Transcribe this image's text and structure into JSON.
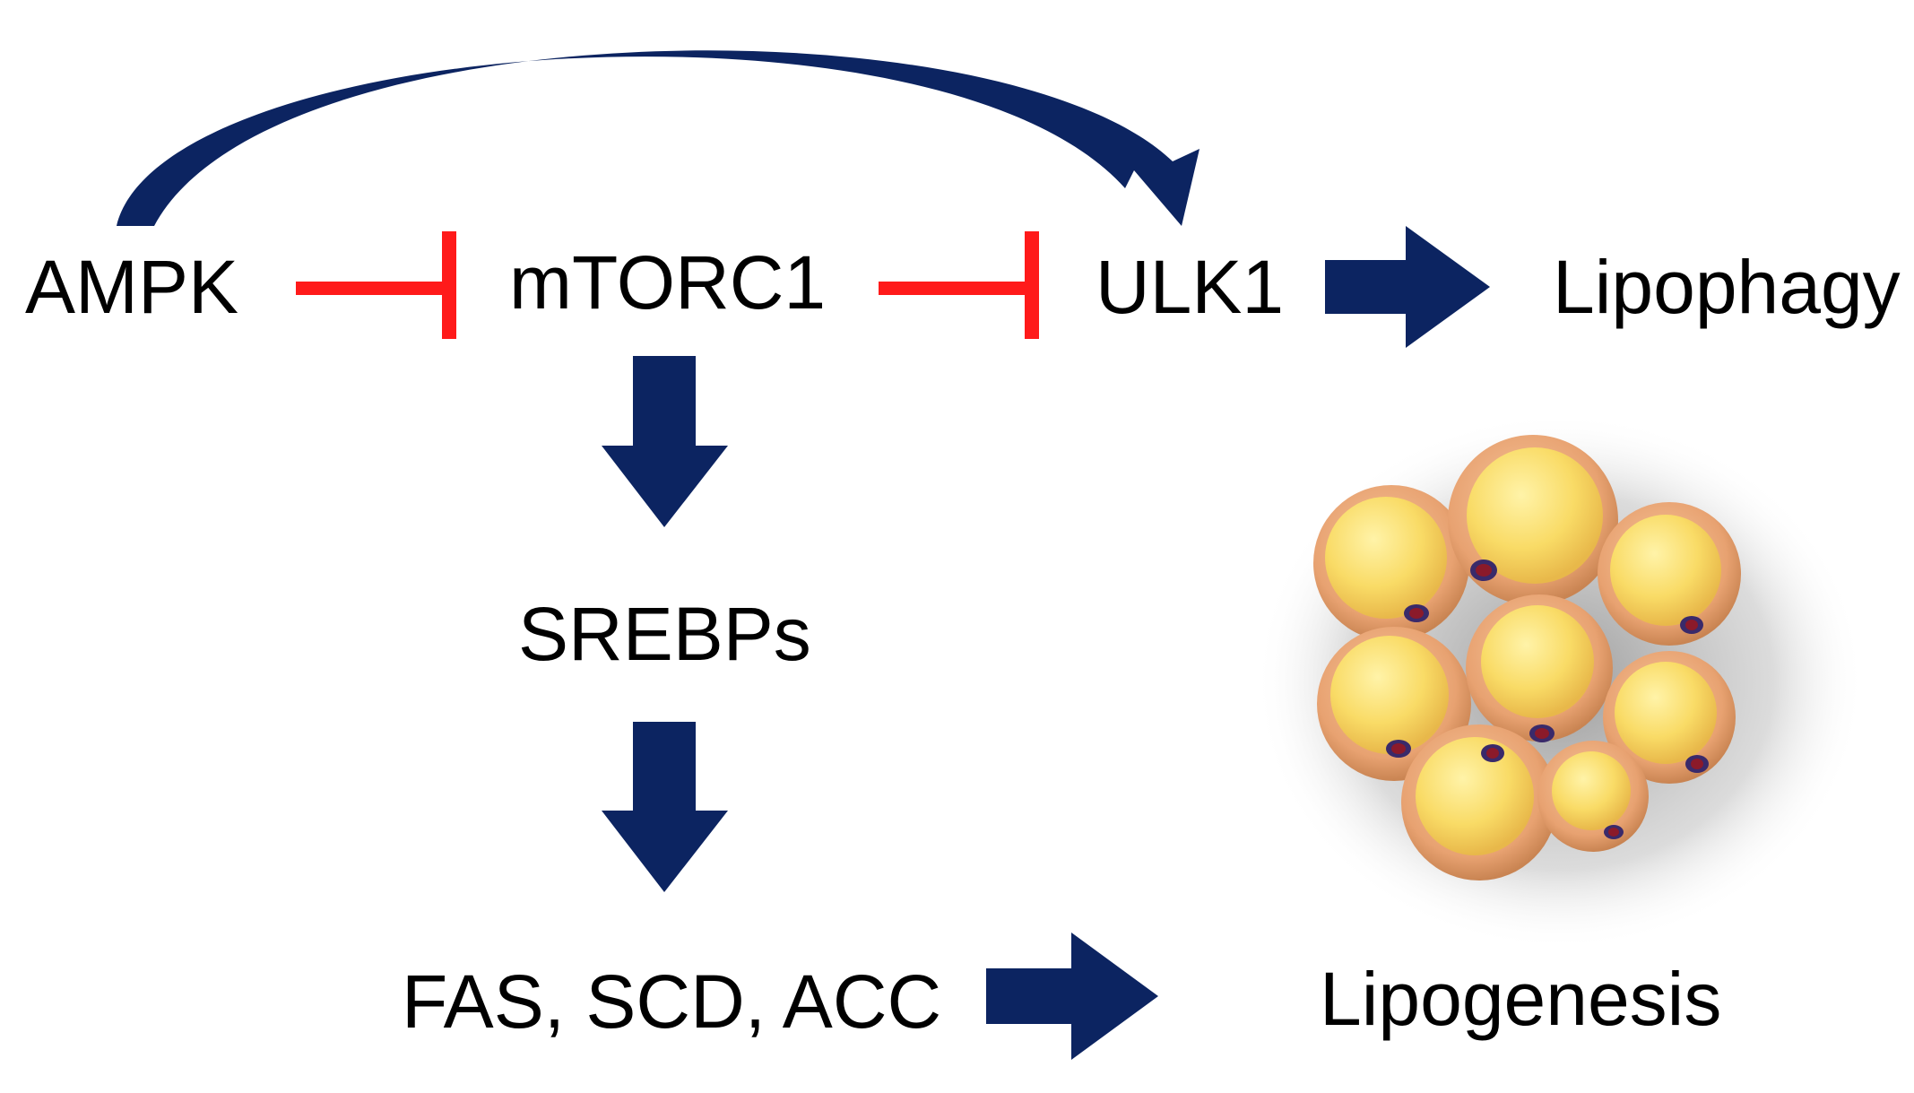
{
  "nodes": {
    "ampk": "AMPK",
    "mtorc1": "mTORC1",
    "ulk1": "ULK1",
    "lipophagy": "Lipophagy",
    "srebps": "SREBPs",
    "enzymes": "FAS, SCD, ACC",
    "lipogenesis": "Lipogenesis"
  },
  "edges": [
    {
      "from": "ampk",
      "to": "mtorc1",
      "type": "inhibition"
    },
    {
      "from": "mtorc1",
      "to": "ulk1",
      "type": "inhibition"
    },
    {
      "from": "ampk",
      "to": "ulk1",
      "type": "activation"
    },
    {
      "from": "ulk1",
      "to": "lipophagy",
      "type": "activation"
    },
    {
      "from": "mtorc1",
      "to": "srebps",
      "type": "activation"
    },
    {
      "from": "srebps",
      "to": "enzymes",
      "type": "activation"
    },
    {
      "from": "enzymes",
      "to": "lipogenesis",
      "type": "activation"
    }
  ],
  "illustration": "adipocyte-cluster-icon",
  "colors": {
    "activation": "#0c2461",
    "inhibition": "#ff1a1a",
    "cell_membrane": "#e8a271",
    "lipid_droplet": "#f7d560",
    "nucleus": "#8b1a2a"
  }
}
